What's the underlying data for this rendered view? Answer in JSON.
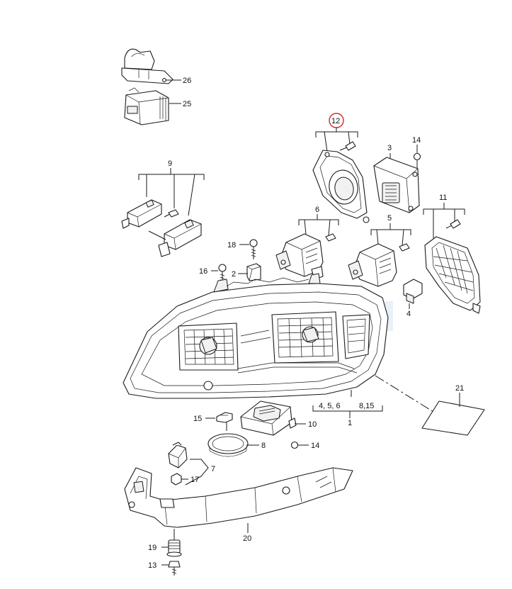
{
  "labels": {
    "p1": "1",
    "p2": "2",
    "p3": "3",
    "p4": "4",
    "p5": "5",
    "p6": "6",
    "p7": "7",
    "p8": "8",
    "p9": "9",
    "p10": "10",
    "p11": "11",
    "p12": "12",
    "p13": "13",
    "p14a": "14",
    "p14b": "14",
    "p15": "15",
    "p16": "16",
    "p17": "17",
    "p18": "18",
    "p19": "19",
    "p20": "20",
    "p21": "21",
    "p25": "25",
    "p26": "26",
    "group_456": "4, 5, 6",
    "group_815": "8,15"
  },
  "colors": {
    "highlight_ring": "#cc2a2a",
    "line": "#1a1a1a",
    "watermark": "#d5e3f5"
  }
}
